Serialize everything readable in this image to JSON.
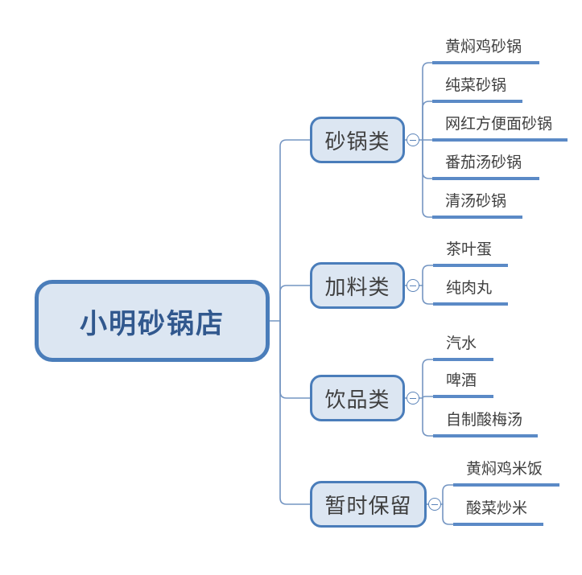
{
  "root": {
    "label": "小明砂锅店"
  },
  "branches": [
    {
      "label": "砂锅类",
      "children": [
        "黄焖鸡砂锅",
        "纯菜砂锅",
        "网红方便面砂锅",
        "番茄汤砂锅",
        "清汤砂锅"
      ]
    },
    {
      "label": "加料类",
      "children": [
        "茶叶蛋",
        "纯肉丸"
      ]
    },
    {
      "label": "饮品类",
      "children": [
        "汽水",
        "啤酒",
        "自制酸梅汤"
      ]
    },
    {
      "label": "暂时保留",
      "children": [
        "黄焖鸡米饭",
        "酸菜炒米"
      ]
    }
  ],
  "colors": {
    "node_fill": "#dce6f2",
    "node_border": "#4a7dba",
    "root_text": "#31588e",
    "node_text": "#3f3f3f",
    "leaf_underline": "#5b8ac6",
    "connector": "#7495c2",
    "background": "#ffffff"
  },
  "icons": {
    "collapse": "minus-in-circle"
  }
}
